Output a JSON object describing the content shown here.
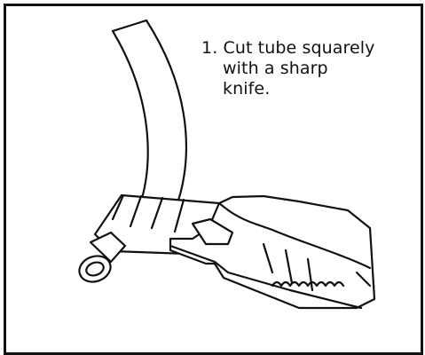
{
  "instruction": {
    "lines": [
      "1. Cut tube squarely",
      "with a sharp",
      "knife."
    ]
  }
}
